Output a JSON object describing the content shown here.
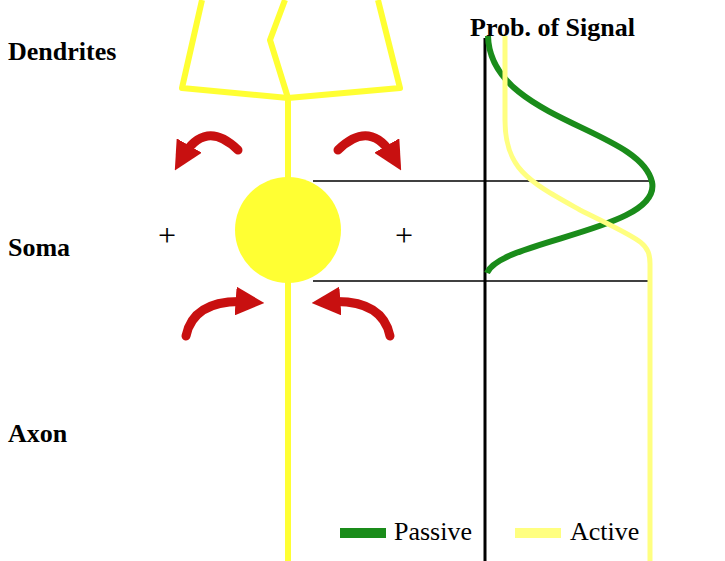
{
  "diagram": {
    "labels": [
      "Dendrites",
      "Soma",
      "Axon",
      "+",
      "+",
      "Prob. of Signal"
    ],
    "legend": [
      {
        "text": "Passive",
        "color": "#1a8c1a"
      },
      {
        "text": "Active",
        "color": "#ffff80"
      }
    ]
  }
}
